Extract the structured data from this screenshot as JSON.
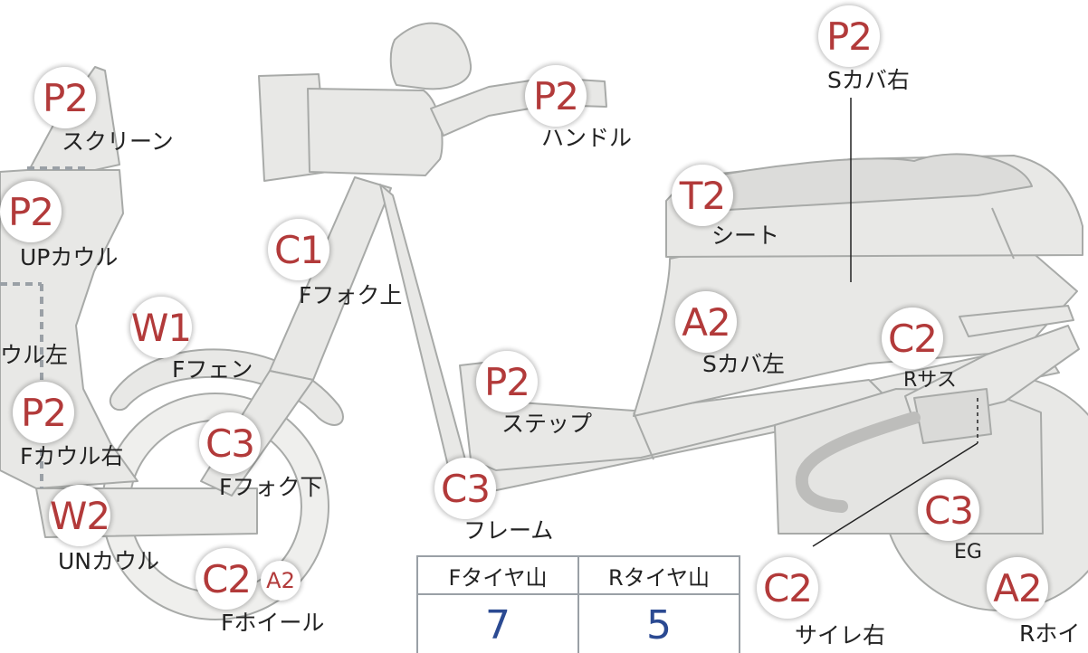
{
  "parts": {
    "screen": {
      "grade": "P2",
      "name": "スクリーン"
    },
    "up_cowl": {
      "grade": "P2",
      "name": "UPカウル"
    },
    "cowl_left": {
      "name": "ウル左"
    },
    "f_cowl_r": {
      "grade": "P2",
      "name": "Fカウル右"
    },
    "un_cowl": {
      "grade": "W2",
      "name": "UNカウル"
    },
    "f_fender": {
      "grade": "W1",
      "name": "Fフェン"
    },
    "f_fork_up": {
      "grade": "C1",
      "name": "Fフォク上"
    },
    "f_fork_low": {
      "grade": "C3",
      "name": "Fフォク下"
    },
    "f_wheel": {
      "grade": "C2",
      "grade2": "A2",
      "name": "Fホイール"
    },
    "handle": {
      "grade": "P2",
      "name": "ハンドル"
    },
    "step": {
      "grade": "P2",
      "name": "ステップ"
    },
    "frame": {
      "grade": "C3",
      "name": "フレーム"
    },
    "seat": {
      "grade": "T2",
      "name": "シート"
    },
    "s_cover_l": {
      "grade": "A2",
      "name": "Sカバ左"
    },
    "s_cover_r": {
      "grade": "P2",
      "name": "Sカバ右"
    },
    "r_sus": {
      "grade": "C2",
      "name": "Rサス"
    },
    "engine": {
      "grade": "C3",
      "name": "EG"
    },
    "silencer_r": {
      "grade": "C2",
      "name": "サイレ右"
    },
    "r_wheel": {
      "grade": "A2",
      "name": "Rホイ"
    }
  },
  "tire_table": {
    "front_header": "Fタイヤ山",
    "rear_header": "Rタイヤ山",
    "front_value": "7",
    "rear_value": "5"
  },
  "colors": {
    "bike_fill": "#e8e8e6",
    "bike_stroke": "#a8aaa8",
    "grade_text": "#b23a3a",
    "value_text": "#2b4a92",
    "divider": "#9aa0a6"
  }
}
